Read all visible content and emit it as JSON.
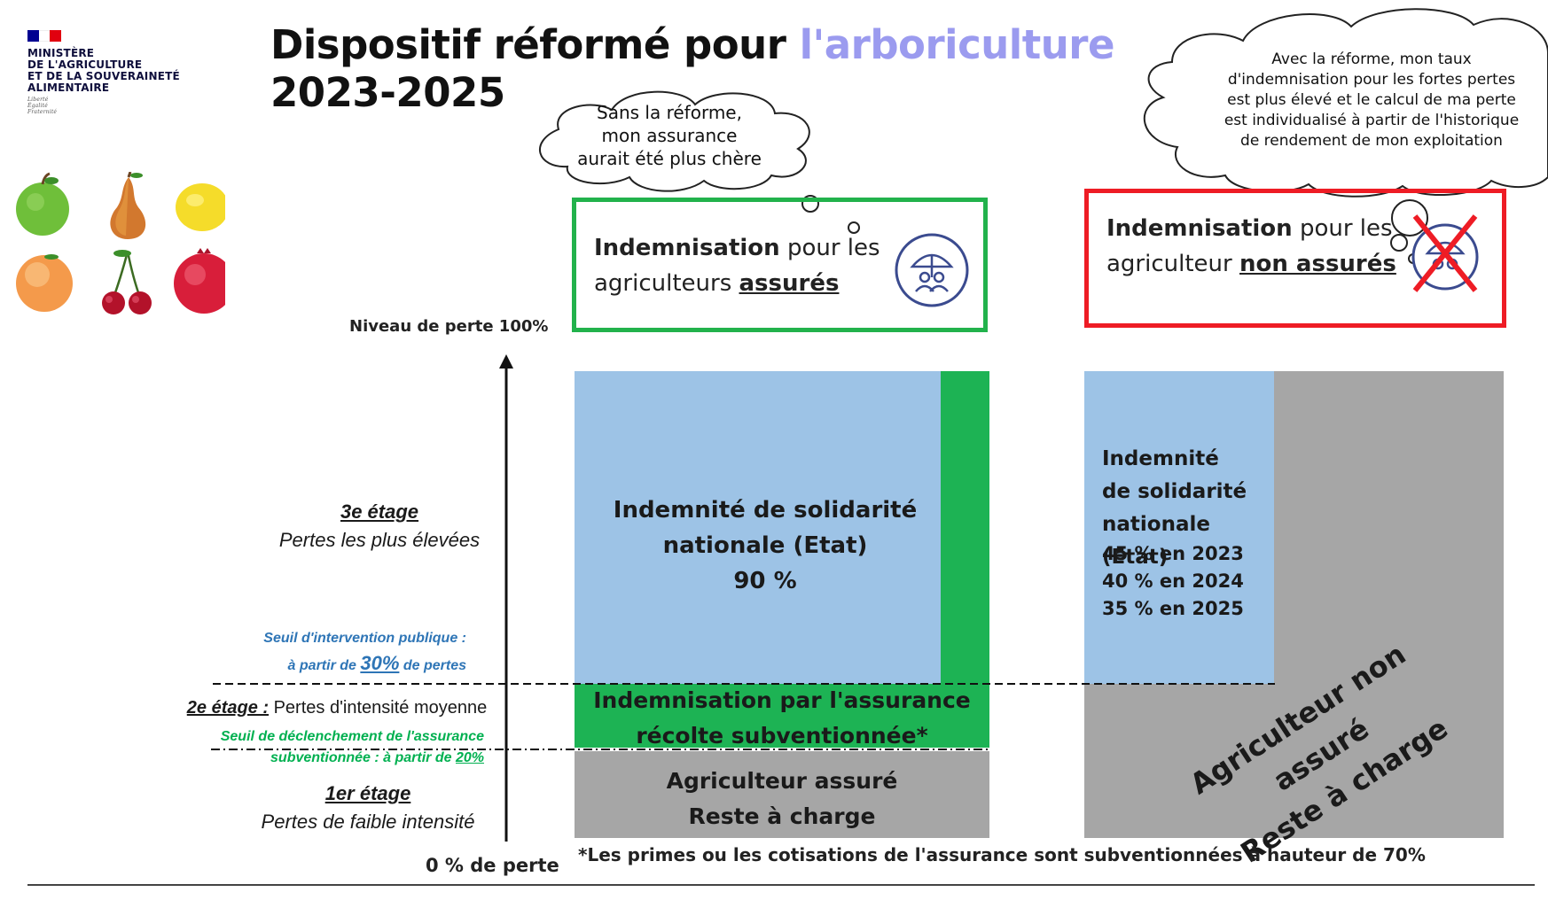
{
  "header": {
    "ministry_lines": [
      "MINISTÈRE",
      "DE L'AGRICULTURE",
      "ET DE LA SOUVERAINETÉ",
      "ALIMENTAIRE"
    ],
    "motto_lines": [
      "Liberté",
      "Égalité",
      "Fraternité"
    ],
    "title_line1_prefix": "Dispositif réformé pour ",
    "title_line1_accent": "l'arboriculture",
    "title_line2": "2023-2025"
  },
  "fruits": [
    "apple-icon",
    "pear-icon",
    "lemon-icon",
    "peach-icon",
    "cherries-icon",
    "pomegranate-icon"
  ],
  "clouds": {
    "left_lines": [
      "Sans la réforme,",
      "mon assurance",
      "aurait été plus chère"
    ],
    "right_lines": [
      "Avec la réforme, mon taux",
      "d'indemnisation pour les fortes pertes",
      "est plus élevé et le calcul de ma perte",
      "est individualisé à partir de l'historique",
      "de rendement de mon exploitation"
    ]
  },
  "boxes": {
    "insured": {
      "bold": "Indemnisation",
      "rest": " pour les",
      "line2_prefix": "agriculteurs ",
      "line2_underlined": "assurés",
      "icon": "umbrella-people-icon"
    },
    "uninsured": {
      "bold": "Indemnisation",
      "rest": " pour les",
      "line2_prefix": "agriculteur ",
      "line2_underlined": "non assurés",
      "icon": "crossed-umbrella-people-icon"
    }
  },
  "axis": {
    "top_label": "Niveau de perte 100%",
    "bottom_label": "0 % de perte"
  },
  "stages": {
    "third_title": "3e étage",
    "third_desc": "Pertes les plus élevées",
    "second_title": "2e étage :",
    "second_desc": " Pertes d'intensité moyenne",
    "first_title": "1er étage",
    "first_desc": "Pertes de faible intensité"
  },
  "thresholds": {
    "public_line1": "Seuil d'intervention publique :",
    "public_line2_prefix": "à partir de ",
    "public_value": "30%",
    "public_line2_suffix": " de pertes",
    "insurance_line1": "Seuil de déclenchement de l'assurance",
    "insurance_line2_prefix": "subventionnée : à partir de ",
    "insurance_value": "20%"
  },
  "insured_column": {
    "solidarity_lines": [
      "Indemnité de solidarité",
      "nationale (Etat)",
      "90 %"
    ],
    "insurance_lines": [
      "Indemnisation par l'assurance",
      "récolte subventionnée*"
    ],
    "remaining_lines": [
      "Agriculteur assuré",
      "Reste à charge"
    ]
  },
  "uninsured_column": {
    "solidarity_lines": [
      "Indemnité",
      "de solidarité",
      "nationale (Etat)"
    ],
    "rates": [
      "45 % en 2023",
      "40 % en 2024",
      "35 % en 2025"
    ],
    "remaining_lines": [
      "Agriculteur non assuré",
      "Reste à charge"
    ]
  },
  "footnote": "*Les primes ou les cotisations de l'assurance sont subventionnées à hauteur de 70%",
  "colors": {
    "solidarity_blue": "#9dc3e6",
    "insurance_green": "#1db354",
    "remaining_grey": "#a6a6a6",
    "insured_border": "#22b24c",
    "uninsured_border": "#ee1c25",
    "title_accent": "#9b9bef",
    "threshold_blue": "#2e75b6",
    "threshold_green": "#00b050"
  }
}
